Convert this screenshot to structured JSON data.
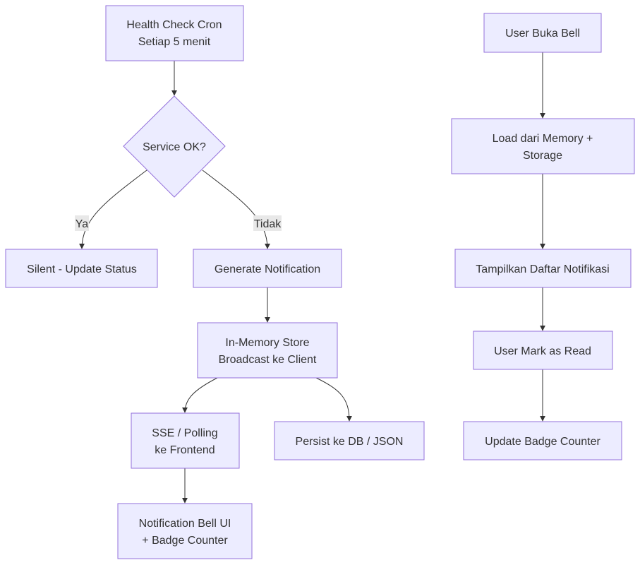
{
  "diagram": {
    "nodes": {
      "health_check": [
        "Health Check Cron",
        "Setiap 5 menit"
      ],
      "service_ok": [
        "Service OK?"
      ],
      "silent_update": [
        "Silent - Update Status"
      ],
      "generate_notification": [
        "Generate Notification"
      ],
      "in_memory_store": [
        "In-Memory Store",
        "Broadcast ke Client"
      ],
      "sse_polling": [
        "SSE / Polling",
        "ke Frontend"
      ],
      "persist_db": [
        "Persist ke DB / JSON"
      ],
      "notification_bell": [
        "Notification Bell UI",
        "+ Badge Counter"
      ],
      "user_buka_bell": [
        "User Buka Bell"
      ],
      "load_memory": [
        "Load dari Memory +",
        "Storage"
      ],
      "tampilkan_daftar": [
        "Tampilkan Daftar Notifikasi"
      ],
      "user_mark_read": [
        "User Mark as Read"
      ],
      "update_badge": [
        "Update Badge Counter"
      ]
    },
    "edge_labels": {
      "ya": "Ya",
      "tidak": "Tidak"
    },
    "colors": {
      "node_fill": "#ececff",
      "node_stroke": "#9370db",
      "edge": "#333333",
      "text": "#333333",
      "edge_label_bg": "#e8e8e8"
    }
  }
}
